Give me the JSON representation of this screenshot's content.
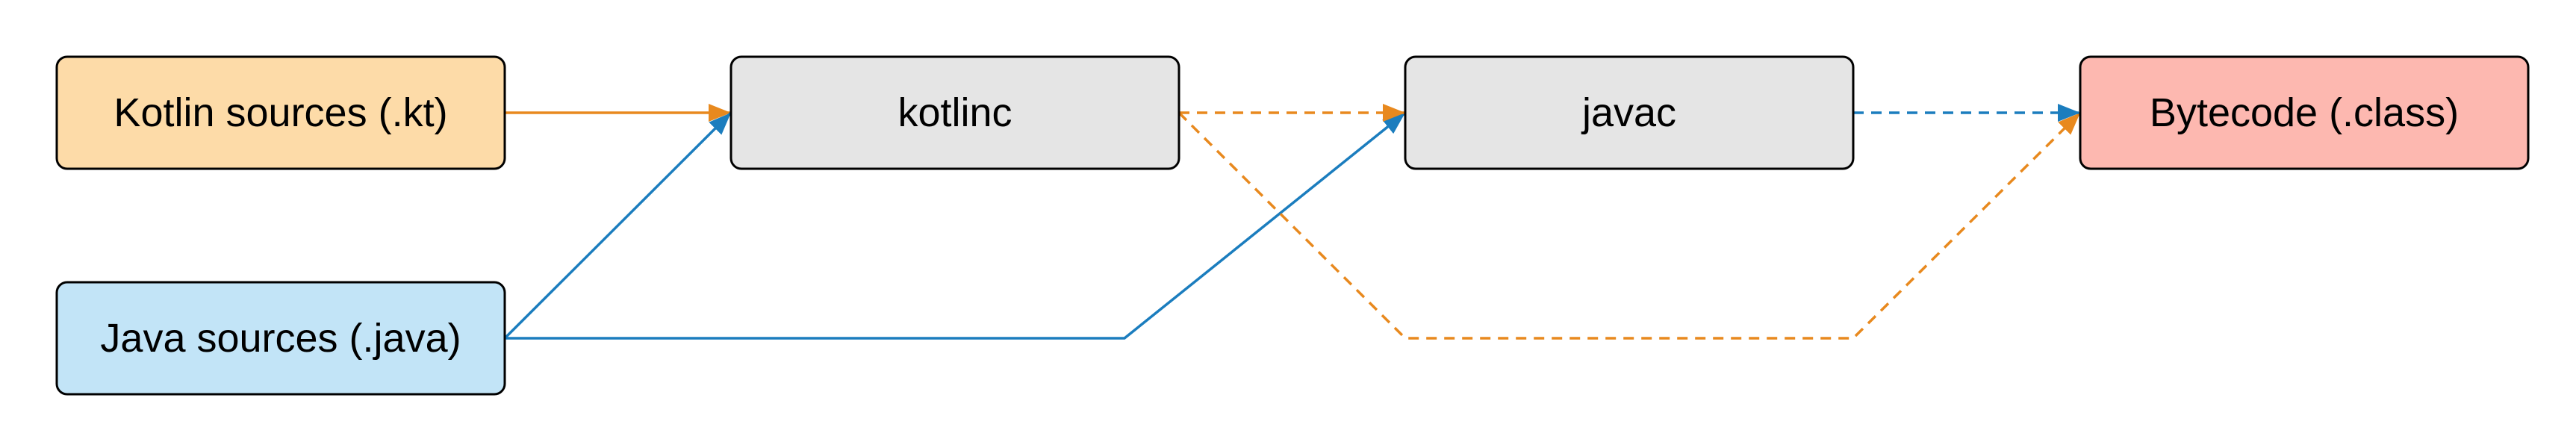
{
  "diagram": {
    "nodes": {
      "kotlin_sources": {
        "label": "Kotlin sources (.kt)",
        "fill": "#FDDBA8"
      },
      "java_sources": {
        "label": "Java sources (.java)",
        "fill": "#C2E4F7"
      },
      "kotlinc": {
        "label": "kotlinc",
        "fill": "#E5E5E5"
      },
      "javac": {
        "label": "javac",
        "fill": "#E5E5E5"
      },
      "bytecode": {
        "label": "Bytecode (.class)",
        "fill": "#FDB8B0"
      }
    },
    "edges": [
      {
        "from": "kotlin_sources",
        "to": "kotlinc",
        "color": "#E8891E",
        "style": "solid"
      },
      {
        "from": "java_sources",
        "to": "kotlinc",
        "color": "#1B7DBE",
        "style": "solid"
      },
      {
        "from": "java_sources",
        "to": "javac",
        "color": "#1B7DBE",
        "style": "solid"
      },
      {
        "from": "kotlinc",
        "to": "javac",
        "color": "#E8891E",
        "style": "dashed"
      },
      {
        "from": "kotlinc",
        "to": "bytecode",
        "color": "#E8891E",
        "style": "dashed"
      },
      {
        "from": "javac",
        "to": "bytecode",
        "color": "#1B7DBE",
        "style": "dashed"
      }
    ]
  }
}
